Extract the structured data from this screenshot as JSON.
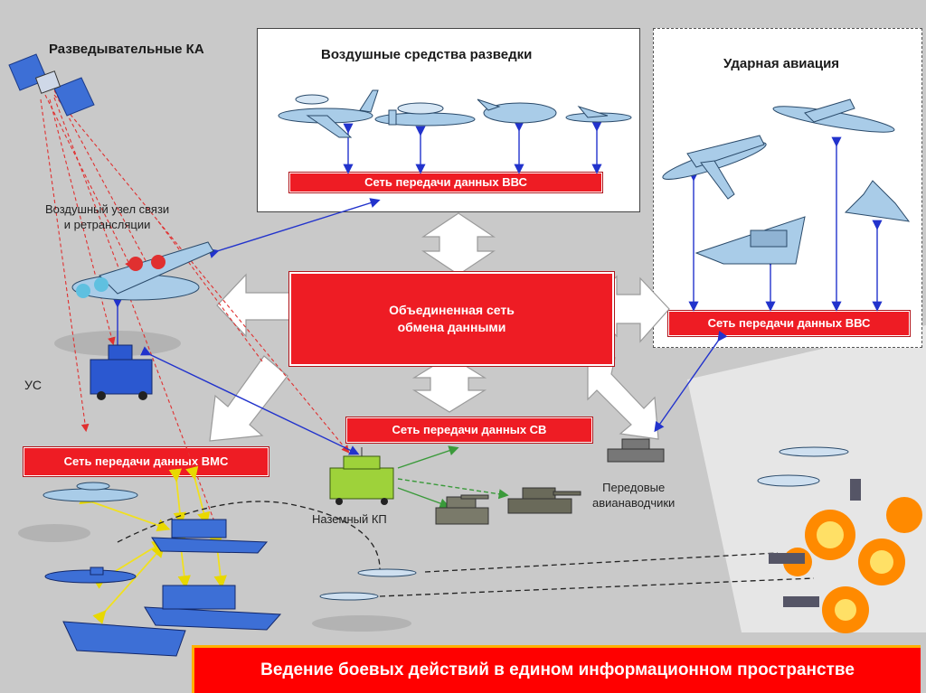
{
  "labels": {
    "recon_satellites": "Разведывательные КА",
    "air_recon": "Воздушные средства разведки",
    "strike_aviation": "Ударная авиация",
    "airborne_relay_line1": "Воздушный узел связи",
    "airborne_relay_line2": "и ретрансляции",
    "us": "УС",
    "ground_cp": "Наземный КП",
    "fwd_controllers_line1": "Передовые",
    "fwd_controllers_line2": "авианаводчики"
  },
  "networks": {
    "vvs_top": "Сеть передачи данных ВВС",
    "vvs_right": "Сеть передачи данных ВВС",
    "sv": "Сеть передачи данных СВ",
    "vmf": "Сеть передачи данных ВМС",
    "unified_line1": "Объединенная сеть",
    "unified_line2": "обмена данными"
  },
  "footer": "Ведение боевых действий в едином информационном пространстве",
  "colors": {
    "network_red": "#ee1c24",
    "link_blue": "#2233cc",
    "link_red_dashed": "#e03030",
    "link_green": "#3a9a3a",
    "link_yellow": "#f0e020",
    "aircraft_blue": "#a9cce8",
    "ship_blue": "#3d6fd6",
    "footer_border": "#ffb000"
  },
  "icons": [
    "satellite-icon",
    "awacs-icon",
    "relay-aircraft-icon",
    "comm-vehicle-icon",
    "command-post-icon",
    "tank-icon",
    "warship-icon",
    "submarine-icon",
    "explosion-icon"
  ]
}
